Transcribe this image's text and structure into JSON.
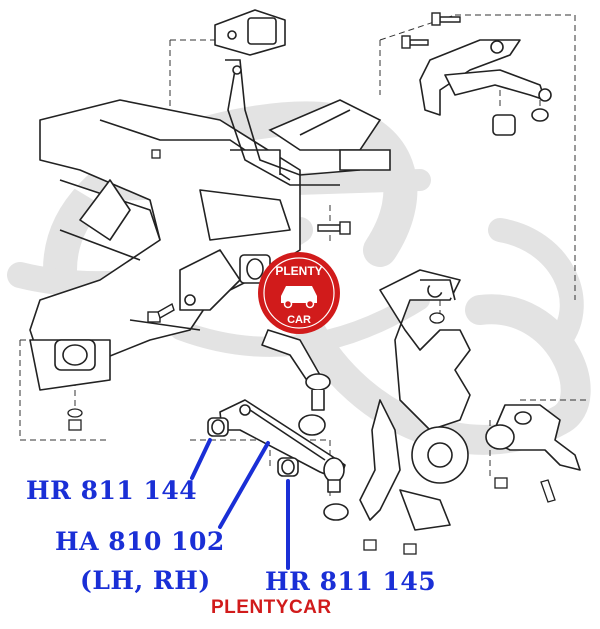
{
  "parts": {
    "bushing_front": "HR 811 144",
    "lower_arm": "HA 810 102",
    "lower_arm_side": "(LH, RH)",
    "bushing_rear": "HR 811 145"
  },
  "brand": {
    "caption": "PLENTYCAR",
    "logo_top": "PLENTY",
    "logo_bottom": "CAR"
  },
  "colors": {
    "label_blue": "#1a2fd6",
    "brand_red": "#d11b1b",
    "line_drawing": "#222222",
    "watermark_grey": "#e3e3e3"
  }
}
